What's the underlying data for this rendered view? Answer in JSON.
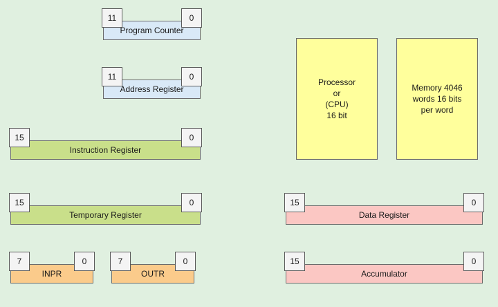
{
  "palette": {
    "background": "#e0f0e0",
    "register_blue": "#d9e9f7",
    "register_green": "#c9df8a",
    "register_orange": "#fbcb8b",
    "register_pink": "#fbc7c3",
    "block_yellow": "#ffff9c",
    "bit_box": "#f4f4f4",
    "border": "#6b6b6b"
  },
  "registers": {
    "program_counter": {
      "high": "11",
      "low": "0",
      "label": "Program Counter"
    },
    "address_register": {
      "high": "11",
      "low": "0",
      "label": "Address Register"
    },
    "instruction_register": {
      "high": "15",
      "low": "0",
      "label": "Instruction Register"
    },
    "temporary_register": {
      "high": "15",
      "low": "0",
      "label": "Temporary Register"
    },
    "inpr": {
      "high": "7",
      "low": "0",
      "label": "INPR"
    },
    "outr": {
      "high": "7",
      "low": "0",
      "label": "OUTR"
    },
    "data_register": {
      "high": "15",
      "low": "0",
      "label": "Data Register"
    },
    "accumulator": {
      "high": "15",
      "low": "0",
      "label": "Accumulator"
    }
  },
  "blocks": {
    "processor": {
      "lines": [
        "Processor",
        "or",
        "(CPU)",
        "16 bit"
      ]
    },
    "memory": {
      "lines": [
        "Memory 4046",
        "words 16 bits",
        "per word"
      ]
    }
  }
}
